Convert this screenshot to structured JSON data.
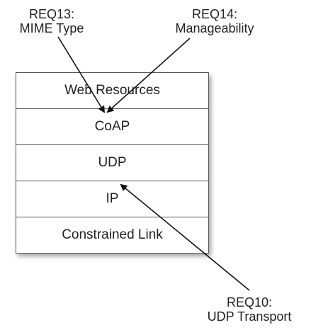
{
  "layers": [
    "Web Resources",
    "CoAP",
    "UDP",
    "IP",
    "Constrained Link"
  ],
  "requirements": {
    "req13": {
      "id": "REQ13:",
      "name": "MIME Type"
    },
    "req14": {
      "id": "REQ14:",
      "name": "Manageability"
    },
    "req10": {
      "id": "REQ10:",
      "name": "UDP Transport"
    }
  },
  "colors": {
    "border": "#555555",
    "text": "#222222",
    "arrow": "#111111"
  }
}
